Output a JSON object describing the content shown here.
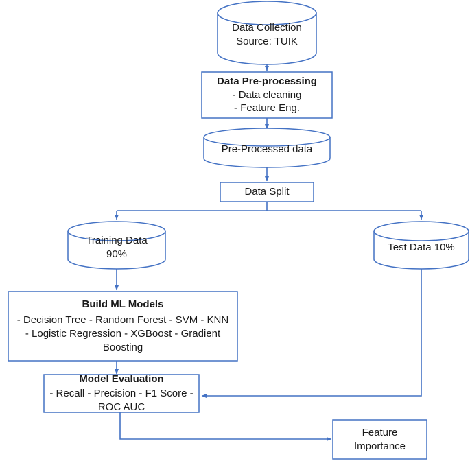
{
  "diagram": {
    "title": "Machine Learning Pipeline Flowchart",
    "colors": {
      "stroke": "#4472C4",
      "arrow": "#4472C4",
      "text": "#1a1a1a",
      "fill": "#ffffff",
      "background": "#ffffff"
    },
    "nodes": [
      {
        "id": "data-collection",
        "shape": "cylinder",
        "lines": [
          "Data Collection",
          "Source: TUIK"
        ],
        "bold_first": false
      },
      {
        "id": "data-preprocessing",
        "shape": "rect",
        "lines": [
          "Data Pre-processing",
          "- Data cleaning",
          "- Feature Eng."
        ],
        "bold_first": true
      },
      {
        "id": "pre-processed-data",
        "shape": "cylinder",
        "lines": [
          "Pre-Processed data"
        ],
        "bold_first": false
      },
      {
        "id": "data-split",
        "shape": "rect",
        "lines": [
          "Data Split"
        ],
        "bold_first": false
      },
      {
        "id": "training-data",
        "shape": "cylinder",
        "lines": [
          "Training Data",
          "90%"
        ],
        "bold_first": false
      },
      {
        "id": "test-data",
        "shape": "cylinder",
        "lines": [
          "Test Data 10%"
        ],
        "bold_first": false
      },
      {
        "id": "build-ml-models",
        "shape": "rect",
        "lines": [
          "Build ML Models",
          "- Decision Tree  - Random Forest  - SVM  - KNN  - Logistic Regression - XGBoost - Gradient Boosting"
        ],
        "bold_first": true
      },
      {
        "id": "model-evaluation",
        "shape": "rect",
        "lines": [
          "Model Evaluation",
          "- Recall - Precision - F1 Score - ROC AUC"
        ],
        "bold_first": true
      },
      {
        "id": "feature-importance",
        "shape": "rect",
        "lines": [
          "Feature",
          "Importance"
        ],
        "bold_first": false
      }
    ],
    "node_text": {
      "data_collection_l1": "Data Collection",
      "data_collection_l2": "Source: TUIK",
      "preprocessing_title": "Data Pre-processing",
      "preprocessing_l1": "- Data cleaning",
      "preprocessing_l2": "- Feature Eng.",
      "pre_processed_data": "Pre-Processed data",
      "data_split": "Data Split",
      "training_data_l1": "Training Data",
      "training_data_l2": "90%",
      "test_data": "Test Data 10%",
      "ml_models_title": "Build ML Models",
      "ml_models_body": "- Decision Tree  - Random Forest  - SVM  - KNN  - Logistic Regression - XGBoost - Gradient Boosting",
      "model_eval_title": "Model Evaluation",
      "model_eval_body": "- Recall - Precision - F1 Score - ROC AUC",
      "feature_importance_l1": "Feature",
      "feature_importance_l2": "Importance"
    },
    "edges": [
      {
        "id": "collection-to-preprocessing",
        "from": "data-collection",
        "to": "data-preprocessing",
        "style": "straight-down"
      },
      {
        "id": "preprocessing-to-preprocessed",
        "from": "data-preprocessing",
        "to": "pre-processed-data",
        "style": "straight-down"
      },
      {
        "id": "preprocessed-to-split",
        "from": "pre-processed-data",
        "to": "data-split",
        "style": "straight-down"
      },
      {
        "id": "split-to-training",
        "from": "data-split",
        "to": "training-data",
        "style": "branch-left"
      },
      {
        "id": "split-to-test",
        "from": "data-split",
        "to": "test-data",
        "style": "branch-right"
      },
      {
        "id": "training-to-models",
        "from": "training-data",
        "to": "build-ml-models",
        "style": "straight-down"
      },
      {
        "id": "models-to-evaluation",
        "from": "build-ml-models",
        "to": "model-evaluation",
        "style": "straight-down"
      },
      {
        "id": "test-to-evaluation",
        "from": "test-data",
        "to": "model-evaluation",
        "style": "down-then-left"
      },
      {
        "id": "evaluation-to-feature-importance",
        "from": "model-evaluation",
        "to": "feature-importance",
        "style": "down-then-right"
      }
    ]
  }
}
